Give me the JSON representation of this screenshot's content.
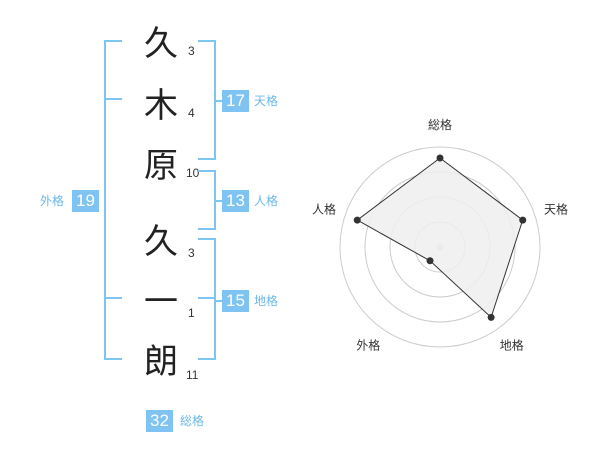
{
  "surname": [
    {
      "char": "久",
      "strokes": "3"
    },
    {
      "char": "木",
      "strokes": "4"
    },
    {
      "char": "原",
      "strokes": "10"
    }
  ],
  "given": [
    {
      "char": "久",
      "strokes": "3"
    },
    {
      "char": "一",
      "strokes": "1"
    },
    {
      "char": "朗",
      "strokes": "11"
    }
  ],
  "kakusu": {
    "tenkaku": {
      "value": "17",
      "label": "天格"
    },
    "jinkaku": {
      "value": "13",
      "label": "人格"
    },
    "chikaku": {
      "value": "15",
      "label": "地格"
    },
    "gaikaku": {
      "value": "19",
      "label": "外格"
    },
    "soukaku": {
      "value": "32",
      "label": "総格"
    }
  },
  "radar": {
    "axes": [
      "総格",
      "天格",
      "地格",
      "外格",
      "人格"
    ],
    "values": [
      0.89,
      0.87,
      0.87,
      0.17,
      0.87
    ],
    "rings": 4,
    "colors": {
      "fill": "#eeeeee",
      "stroke": "#333333",
      "ring": "#cccccc",
      "point": "#333333",
      "center": "#cccccc"
    }
  }
}
